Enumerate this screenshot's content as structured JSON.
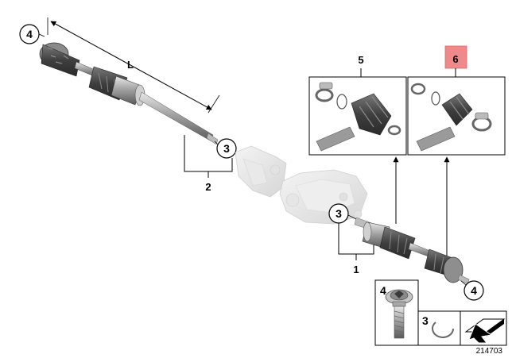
{
  "callouts": {
    "label_4_top": "4",
    "label_L": "L",
    "label_3_left": "3",
    "label_2": "2",
    "label_3_center": "3",
    "label_1": "1",
    "label_5": "5",
    "label_6": "6",
    "label_4_right": "4",
    "label_4_box": "4",
    "label_3_box": "3"
  },
  "diagram_id": "214703",
  "colors": {
    "highlight": "#f08a8a",
    "line": "#000000",
    "part_dark": "#555555",
    "part_mid": "#9a9a9a",
    "part_light": "#d6d6d6"
  }
}
